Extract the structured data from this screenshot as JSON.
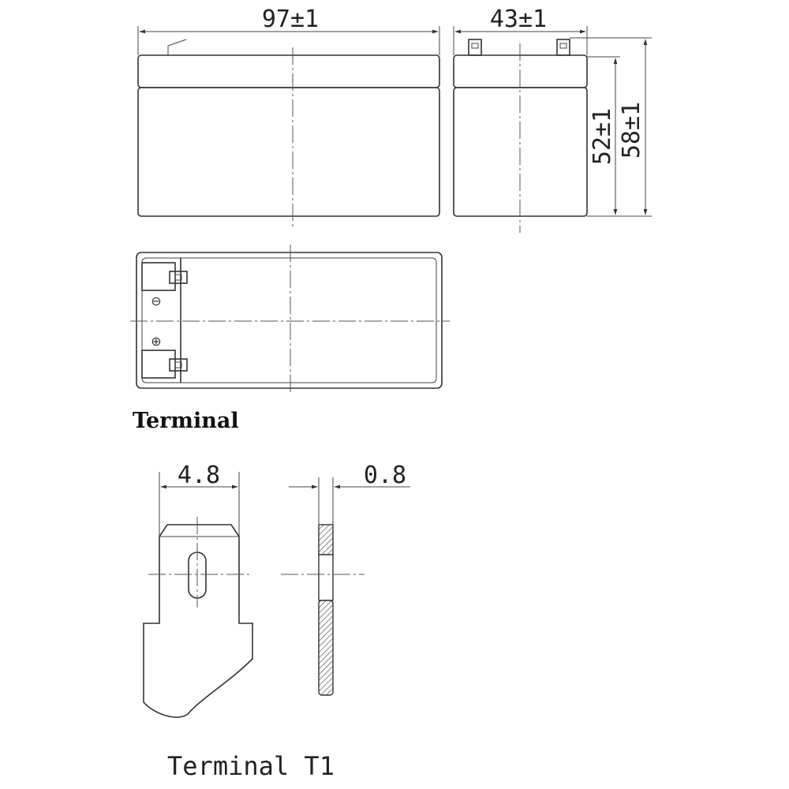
{
  "dimensions": {
    "length": "97±1",
    "width": "43±1",
    "height_container": "52±1",
    "height_total": "58±1",
    "terminal_width": "4.8",
    "terminal_thickness": "0.8"
  },
  "terminal_symbols": {
    "negative": "⊖",
    "positive": "⊕"
  },
  "sections": {
    "terminal_heading": "Terminal",
    "terminal_caption": "Terminal T1"
  }
}
